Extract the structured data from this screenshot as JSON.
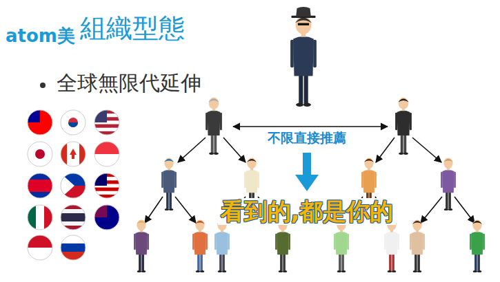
{
  "diagram": {
    "title": "組織型態",
    "labels": [
      "atom美",
      "全球無限代延伸",
      "不限直接推薦",
      "看到的,都是你的"
    ]
  }
}
